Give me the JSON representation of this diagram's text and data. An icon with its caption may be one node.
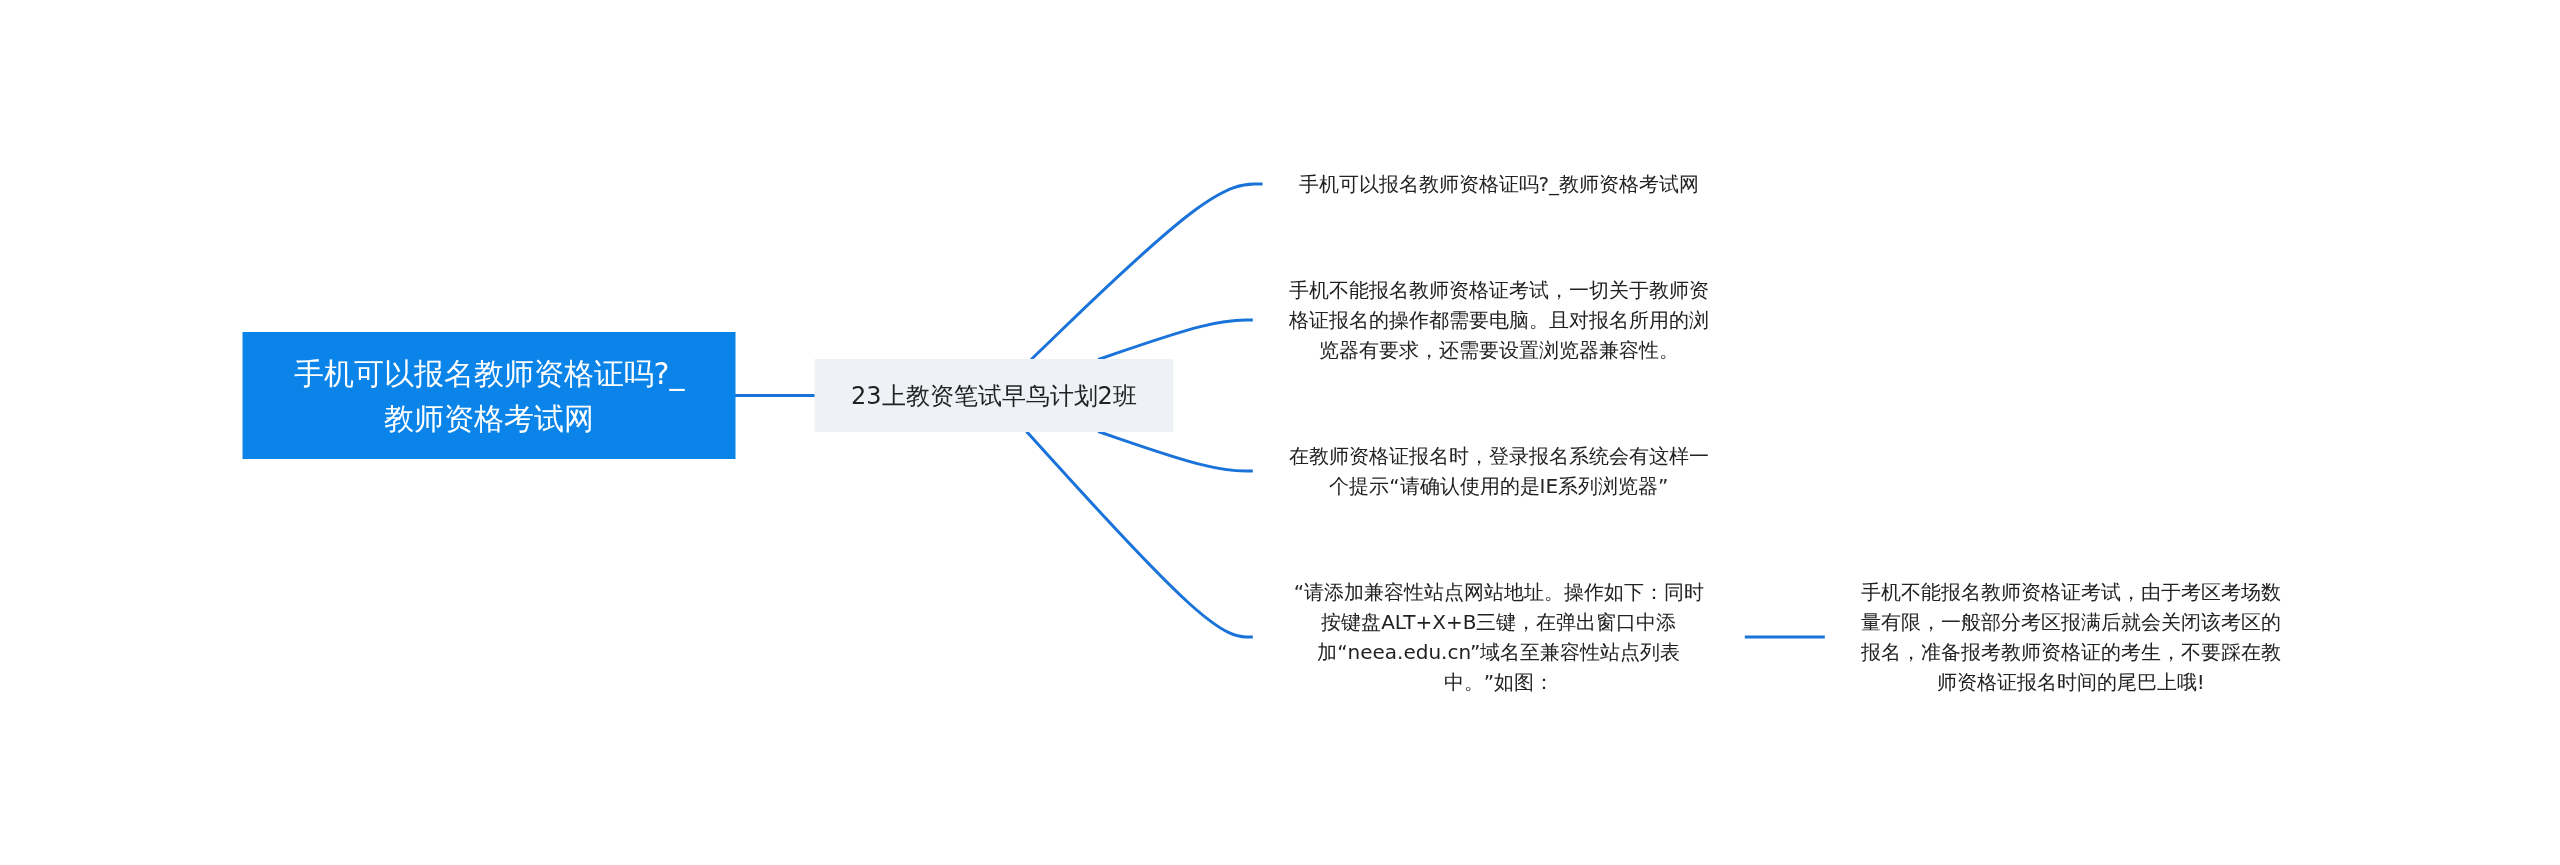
{
  "diagram": {
    "nodes": [
      {
        "text": [
          "手机可以报名教师资格证吗?_教师资格考试网"
        ]
      },
      {
        "text": [
          "23上教资笔试早鸟计划2班"
        ]
      },
      {
        "text": [
          "手机可以报名教师资格证吗?_教师资格考试网"
        ]
      },
      {
        "text": [
          "手机不能报名教师资格证考试，一切关于教师资格证报名的操作都需要电脑。且对报名所用的浏览器有要求，还需要设置浏览器兼容性。"
        ]
      },
      {
        "text": [
          "在教师资格证报名时，登录报名系统会有这样一个提示“请确认使用的是IE系列浏览器”"
        ]
      },
      {
        "text": [
          "“请添加兼容性站点网站地址。操作如下：同时按键盘ALT+X+B三键，在弹出窗口中添加“neea.edu.cn”域名至兼容性站点列表中。”如图："
        ]
      },
      {
        "text": [
          "手机不能报名教师资格证考试，由于考区考场数量有限，一般部分考区报满后就会关闭该考区的报名，准备报考教师资格证的考生，不要踩在教师资格证报名时间的尾巴上哦!"
        ]
      }
    ],
    "edges": [
      {
        "from": 0,
        "to": 1,
        "arrow": "none"
      },
      {
        "from": 1,
        "to": 2,
        "arrow": "none"
      },
      {
        "from": 1,
        "to": 3,
        "arrow": "none"
      },
      {
        "from": 1,
        "to": 4,
        "arrow": "none"
      },
      {
        "from": 1,
        "to": 5,
        "arrow": "none"
      },
      {
        "from": 5,
        "to": 6,
        "arrow": "none"
      }
    ]
  }
}
